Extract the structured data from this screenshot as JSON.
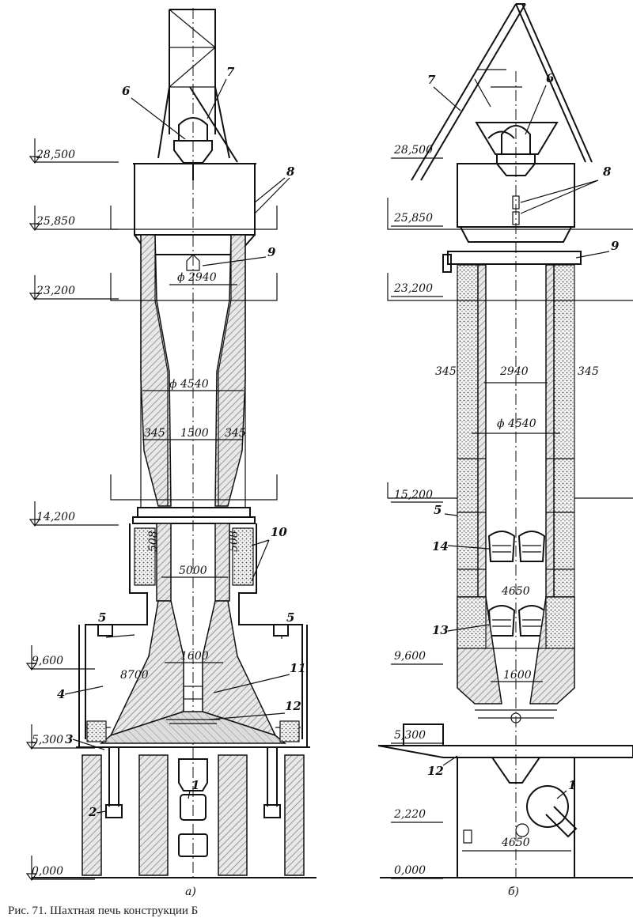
{
  "levels_left": [
    "28,500",
    "25,850",
    "23,200",
    "14,200",
    "9,600",
    "5,300",
    "0,000"
  ],
  "levels_right": [
    "28,500",
    "25,850",
    "23,200",
    "15,200",
    "9,600",
    "5,300",
    "2,220",
    "0,000"
  ],
  "dims_left": {
    "d_top": "ϕ 2940",
    "d_mid": "ϕ 4540",
    "w345a": "345",
    "w1500": "1500",
    "w345b": "345",
    "w5000": "5000",
    "w508a": "508",
    "w508b": "508",
    "w1600": "1600",
    "w8700": "8700"
  },
  "dims_right": {
    "w345a": "345",
    "w2940": "2940",
    "w345b": "345",
    "d4540": "ϕ 4540",
    "w4650a": "4650",
    "w1600": "1600",
    "w4650b": "4650"
  },
  "labels_left": [
    "1",
    "2",
    "3",
    "4",
    "5",
    "5",
    "6",
    "7",
    "8",
    "9",
    "10",
    "11",
    "12"
  ],
  "labels_right": [
    "1",
    "5",
    "6",
    "7",
    "8",
    "9",
    "12",
    "13",
    "14"
  ],
  "subcaptions": {
    "a": "а)",
    "b": "б)"
  },
  "caption": "Рис. 71. Шахтная печь конструкции Б"
}
